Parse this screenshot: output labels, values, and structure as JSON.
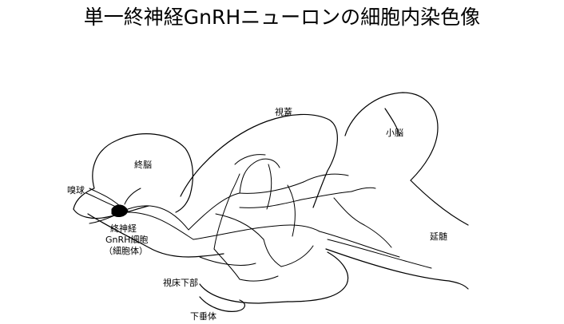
{
  "title": "単一終神経GnRHニューロンの細胞内染色像",
  "labels": {
    "tectum": "視蓋",
    "cerebellum": "小脳",
    "telencephalon": "終脳",
    "olfactory_bulb": "嗅球",
    "tn_neuron_line1": "終神経",
    "tn_neuron_line2": "GnRH細胞",
    "tn_neuron_line3": "（細胞体）",
    "medulla": "延髄",
    "hypothalamus": "視床下部",
    "pituitary": "下垂体"
  },
  "colors": {
    "ink": "#000000",
    "background": "#ffffff"
  }
}
